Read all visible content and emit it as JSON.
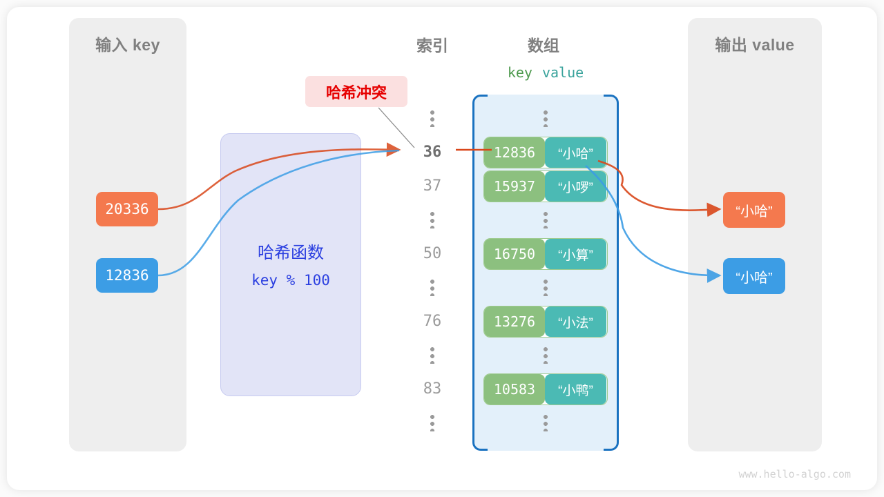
{
  "panels": {
    "input": {
      "title": "输入 key"
    },
    "output": {
      "title": "输出 value"
    }
  },
  "headings": {
    "index": "索引",
    "array": "数组",
    "key": "key",
    "value": "value"
  },
  "hash_function": {
    "title": "哈希函数",
    "formula": "key % 100"
  },
  "collision": {
    "label": "哈希冲突"
  },
  "inputs": [
    {
      "key": "20336",
      "color": "#f4794e"
    },
    {
      "key": "12836",
      "color": "#3c9de5"
    }
  ],
  "outputs": [
    {
      "value": "“小哈”",
      "color": "#f4794e"
    },
    {
      "value": "“小哈”",
      "color": "#3c9de5"
    }
  ],
  "array_rows": [
    {
      "type": "dots",
      "index": ""
    },
    {
      "type": "entry",
      "index": "36",
      "key": "12836",
      "value": "“小哈”",
      "highlight": true
    },
    {
      "type": "entry",
      "index": "37",
      "key": "15937",
      "value": "“小啰”",
      "highlight": false
    },
    {
      "type": "dots",
      "index": ""
    },
    {
      "type": "entry",
      "index": "50",
      "key": "16750",
      "value": "“小算”",
      "highlight": false
    },
    {
      "type": "dots",
      "index": ""
    },
    {
      "type": "entry",
      "index": "76",
      "key": "13276",
      "value": "“小法”",
      "highlight": false
    },
    {
      "type": "dots",
      "index": ""
    },
    {
      "type": "entry",
      "index": "83",
      "key": "10583",
      "value": "“小鸭”",
      "highlight": false
    },
    {
      "type": "dots",
      "index": ""
    }
  ],
  "watermark": "www.hello-algo.com",
  "colors": {
    "orange": "#f4794e",
    "blue": "#3c9de5",
    "key_green": "#8cc07f",
    "value_teal": "#4bbab4",
    "array_fill": "#e3f0fa",
    "array_border": "#1a72c0",
    "hash_fill": "#e2e4f7",
    "hash_text": "#2b3fe0",
    "badge_fill": "#fbe0e0",
    "badge_text": "#e60000",
    "panel_fill": "#eeeeee"
  }
}
